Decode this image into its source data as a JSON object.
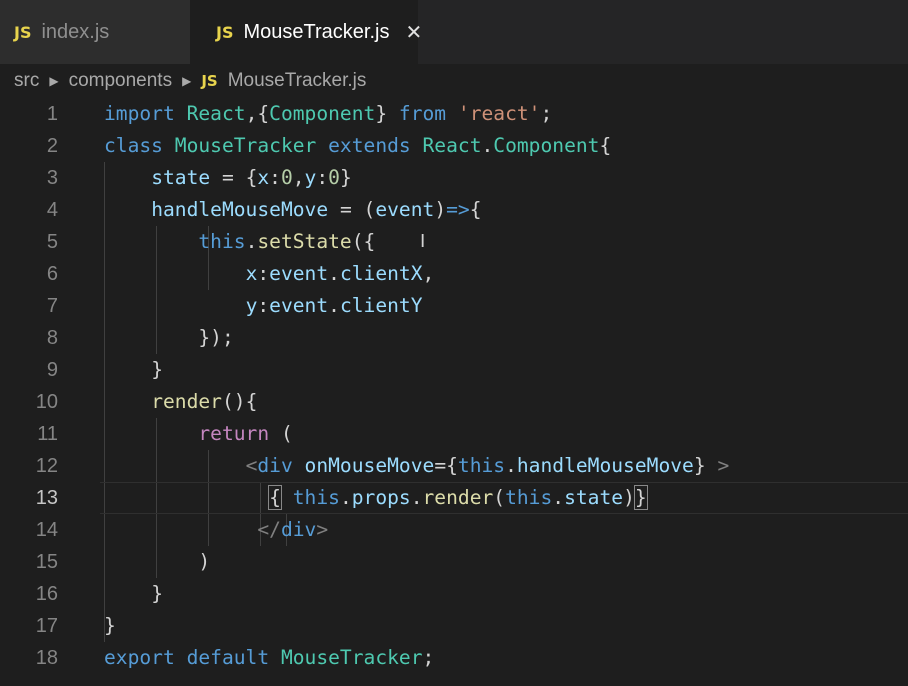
{
  "tabs": [
    {
      "badge": "JS",
      "label": "index.js"
    },
    {
      "badge": "JS",
      "label": "MouseTracker.js",
      "close": "✕"
    }
  ],
  "breadcrumb": {
    "parts": [
      "src",
      "components",
      "MouseTracker.js"
    ],
    "badge": "JS"
  },
  "editor": {
    "lines": [
      "import React,{Component} from 'react';",
      "class MouseTracker extends React.Component{",
      "    state = {x:0,y:0}",
      "    handleMouseMove = (event)=>{",
      "        this.setState({",
      "            x:event.clientX,",
      "            y:event.clientY",
      "        });",
      "    }",
      "    render(){",
      "        return (",
      "            <div onMouseMove={this.handleMouseMove} >",
      "              { this.props.render(this.state)}",
      "             </div>",
      "        )",
      "    }",
      "}",
      "export default MouseTracker;"
    ],
    "current_line": 13
  }
}
